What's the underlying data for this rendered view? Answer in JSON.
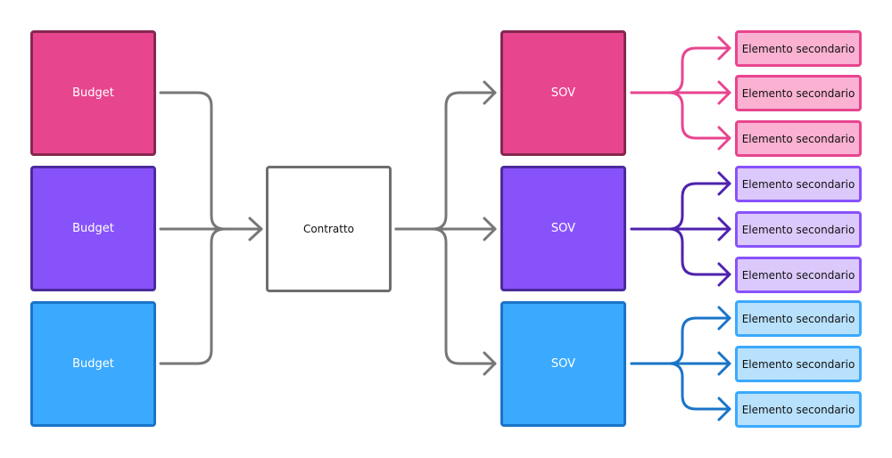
{
  "colors": {
    "pink": {
      "fill": "#e8458f",
      "border": "#85284f",
      "light": "#fab1d2",
      "lightBorder": "#e8458f",
      "line": "#e8458f"
    },
    "purple": {
      "fill": "#8852fb",
      "border": "#4c2a9d",
      "light": "#dcc9fc",
      "lightBorder": "#8852fb",
      "line": "#4e22ad"
    },
    "blue": {
      "fill": "#3ba9fe",
      "border": "#1a74c8",
      "light": "#b8e1fd",
      "lightBorder": "#3ba9fe",
      "line": "#1a74c8"
    },
    "gray_line": "#777777"
  },
  "budgets": [
    {
      "label": "Budget"
    },
    {
      "label": "Budget"
    },
    {
      "label": "Budget"
    }
  ],
  "contract": {
    "label": "Contratto"
  },
  "sovs": [
    {
      "label": "SOV",
      "children": [
        "Elemento secondario",
        "Elemento secondario",
        "Elemento secondario"
      ]
    },
    {
      "label": "SOV",
      "children": [
        "Elemento secondario",
        "Elemento secondario",
        "Elemento secondario"
      ]
    },
    {
      "label": "SOV",
      "children": [
        "Elemento secondario",
        "Elemento secondario",
        "Elemento secondario"
      ]
    }
  ]
}
